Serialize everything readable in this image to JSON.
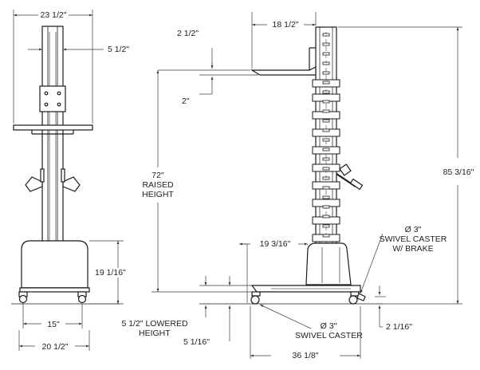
{
  "colors": {
    "line": "#1a1a1a",
    "dim": "#3a3a3a",
    "background": "#ffffff"
  },
  "front_view": {
    "overall_width": "23 1/2\"",
    "mast_width": "5 1/2\"",
    "base_height": "19 1/16\"",
    "caster_spacing": "15\"",
    "base_width": "20 1/2\""
  },
  "side_view": {
    "platform_depth": "18 1/2\"",
    "platform_thickness": "2 1/2\"",
    "platform_offset": "2\"",
    "raised_height": {
      "line1": "72\"",
      "line2": "RAISED",
      "line3": "HEIGHT"
    },
    "overall_height": "85 3/16\"",
    "base_depth": "19 3/16\"",
    "rear_caster": {
      "size": "Ø 3\"",
      "line1": "SWIVEL CASTER",
      "line2": "W/ BRAKE"
    },
    "lowered_height": {
      "line1": "5 1/2\" LOWERED",
      "line2": "HEIGHT"
    },
    "lower_offset": "5 1/16\"",
    "front_caster": {
      "size": "Ø 3\"",
      "line1": "SWIVEL CASTER"
    },
    "caster_height": "2 1/16\"",
    "overall_length": "36 1/8\""
  }
}
